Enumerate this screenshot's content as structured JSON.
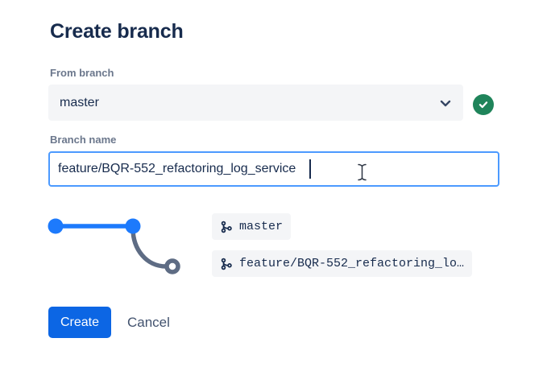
{
  "dialog": {
    "title": "Create branch"
  },
  "from_branch": {
    "label": "From branch",
    "selected": "master",
    "status": "valid"
  },
  "branch_name": {
    "label": "Branch name",
    "value": "feature/BQR-552_refactoring_log_service"
  },
  "preview": {
    "source": {
      "label": "master"
    },
    "target": {
      "label": "feature/BQR-552_refactoring_lo…"
    }
  },
  "actions": {
    "create_label": "Create",
    "cancel_label": "Cancel"
  },
  "icons": {
    "chevron": "chevron-down",
    "valid": "check",
    "branch": "git-branch",
    "pointer": "i-beam-text-cursor"
  },
  "colors": {
    "accent_blue": "#0C66E4",
    "focus_border": "#4C9AFF",
    "graph_blue": "#1D7AFC",
    "graph_gray": "#5E6C84",
    "success_green": "#1F845A",
    "text_dark": "#172B4D",
    "text_muted": "#6B778C",
    "field_bg": "#F4F5F7"
  }
}
